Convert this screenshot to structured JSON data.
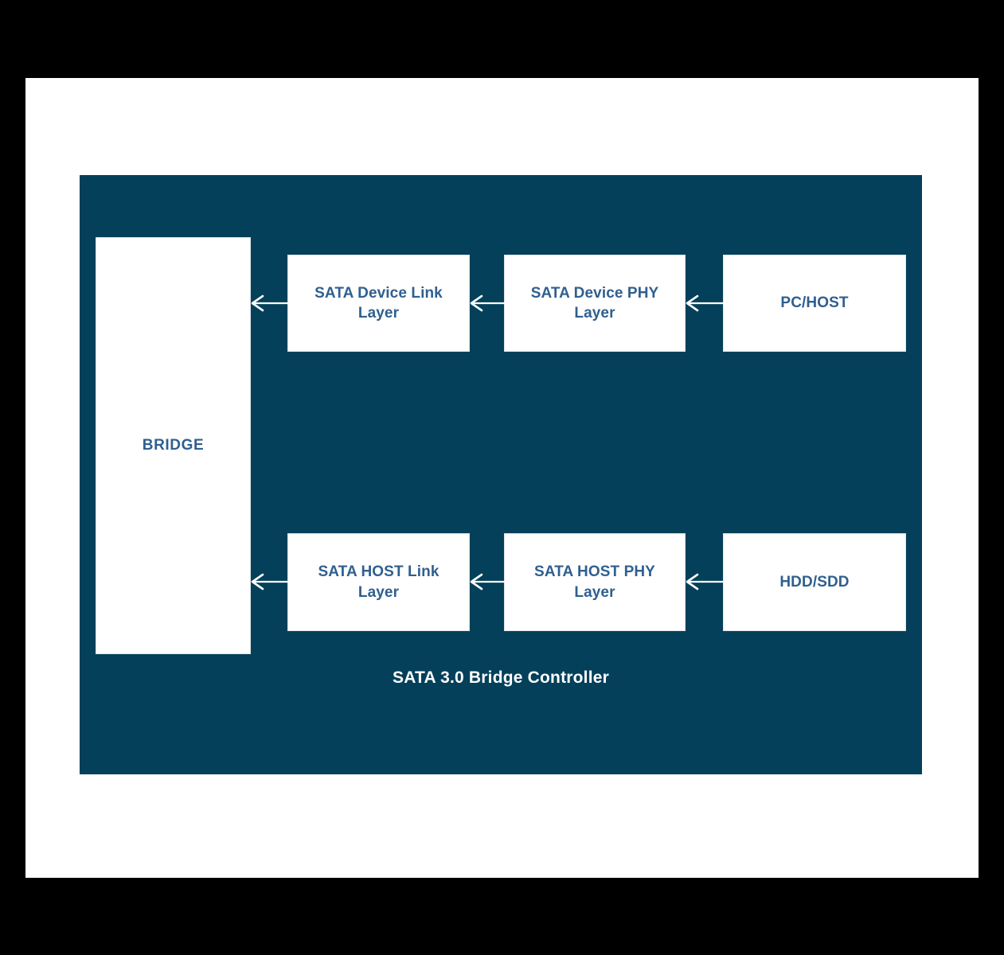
{
  "diagram": {
    "caption": "SATA 3.0 Bridge Controller",
    "colors": {
      "panel_background": "#04405A",
      "block_background": "#FFFFFF",
      "block_text": "#2F5F8F",
      "caption_text": "#FFFFFF",
      "arrow": "#FFFFFF",
      "page_background": "#FFFFFF",
      "canvas_background": "#000000"
    },
    "bridge": {
      "label": "BRIDGE"
    },
    "rows": [
      {
        "name": "device-path",
        "blocks": [
          {
            "label": "SATA Device Link Layer"
          },
          {
            "label": "SATA Device PHY Layer"
          },
          {
            "label": "PC/HOST"
          }
        ]
      },
      {
        "name": "host-path",
        "blocks": [
          {
            "label": "SATA HOST Link Layer"
          },
          {
            "label": "SATA HOST PHY Layer"
          },
          {
            "label": "HDD/SDD"
          }
        ]
      }
    ],
    "arrows": [
      {
        "name": "device-link-to-bridge",
        "direction": "left"
      },
      {
        "name": "device-phy-to-link",
        "direction": "left"
      },
      {
        "name": "pc-host-to-device-phy",
        "direction": "left"
      },
      {
        "name": "host-link-to-bridge",
        "direction": "left"
      },
      {
        "name": "host-phy-to-link",
        "direction": "left"
      },
      {
        "name": "hdd-sdd-to-host-phy",
        "direction": "left"
      }
    ]
  }
}
